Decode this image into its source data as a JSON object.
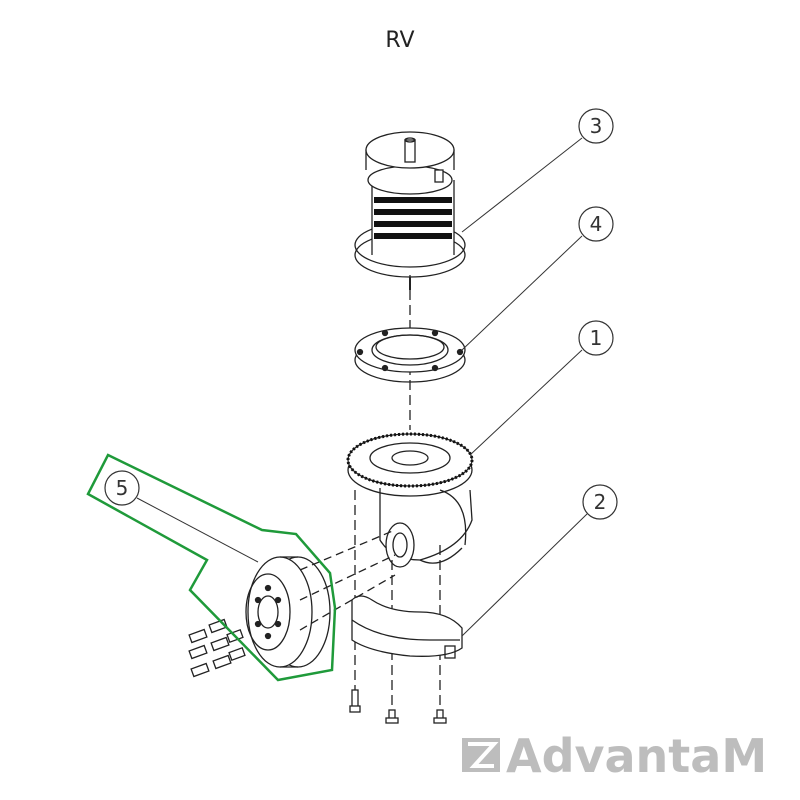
{
  "title": "RV",
  "callouts": [
    {
      "id": "3",
      "label": "3"
    },
    {
      "id": "4",
      "label": "4"
    },
    {
      "id": "1",
      "label": "1"
    },
    {
      "id": "2",
      "label": "2"
    },
    {
      "id": "5",
      "label": "5"
    }
  ],
  "highlight": {
    "part": "5",
    "color": "#1f9a3a"
  },
  "logo": {
    "text": "AdvantaM",
    "color": "#bdbdbd"
  }
}
